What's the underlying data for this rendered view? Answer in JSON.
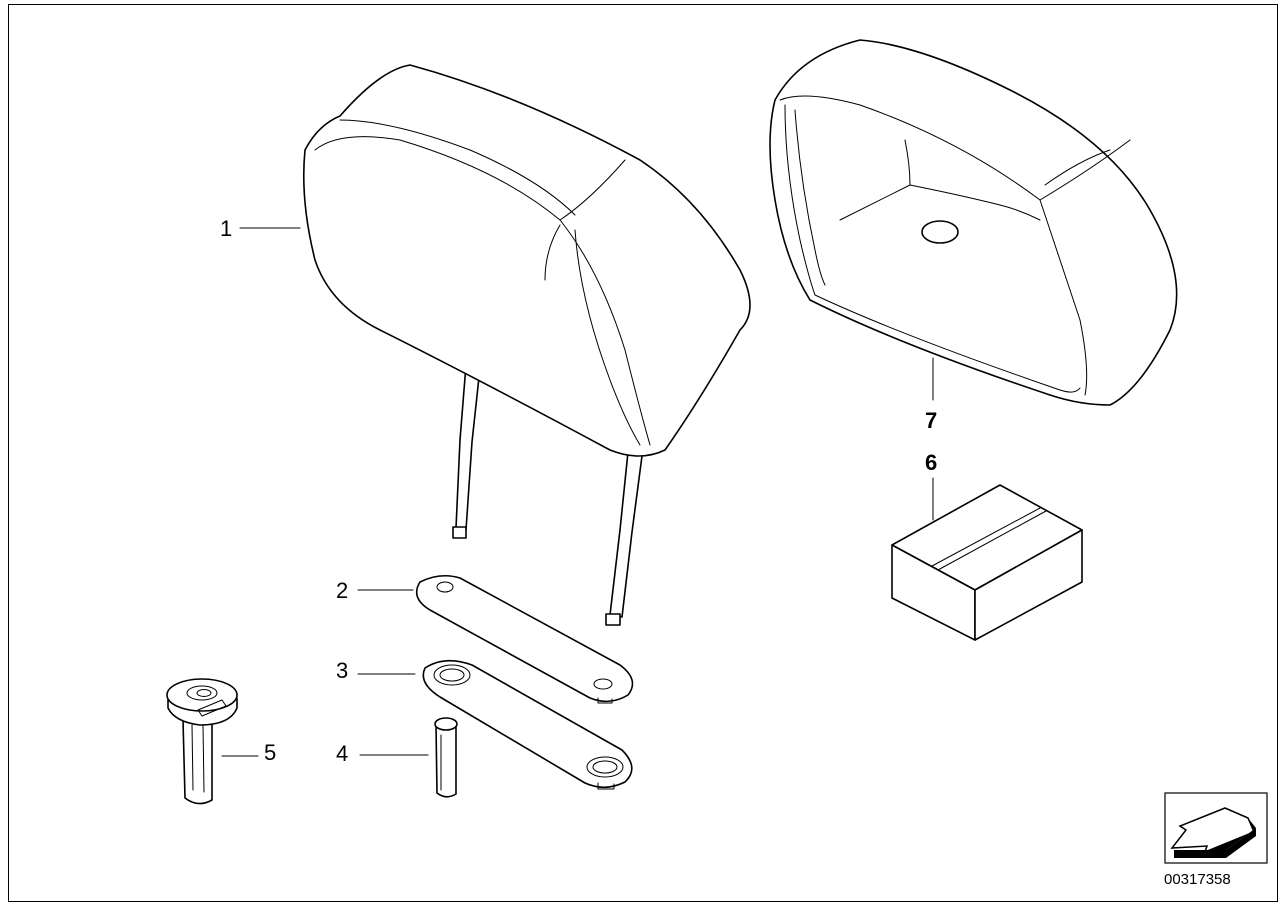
{
  "callouts": [
    {
      "id": "1",
      "label": "1"
    },
    {
      "id": "2",
      "label": "2"
    },
    {
      "id": "3",
      "label": "3"
    },
    {
      "id": "4",
      "label": "4"
    },
    {
      "id": "5",
      "label": "5"
    },
    {
      "id": "6",
      "label": "6"
    },
    {
      "id": "7",
      "label": "7"
    }
  ],
  "document_number": "00317358",
  "icons": {
    "navigation": "arrow-back-icon"
  }
}
